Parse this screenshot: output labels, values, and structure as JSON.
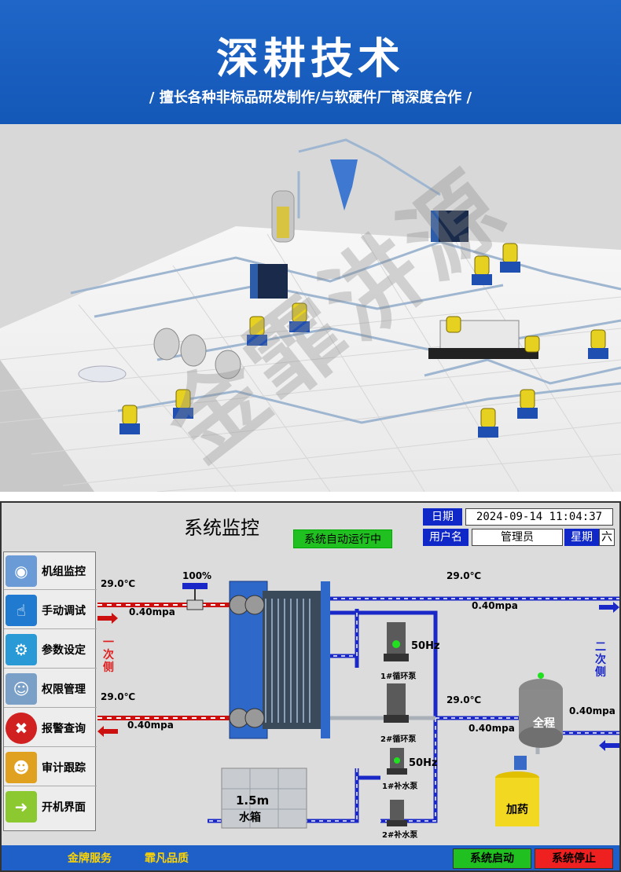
{
  "banner": {
    "title": "深耕技术",
    "subtitle": "/ 擅长各种非标品研发制作/与软硬件厂商深度合作 /"
  },
  "render": {
    "watermark": "金霏汫源"
  },
  "scada": {
    "title": "系统监控",
    "status": "系统自动运行中",
    "date_label": "日期",
    "date_value": "2024-09-14  11:04:37",
    "user_label": "用户名",
    "user_value": "管理员",
    "week_label": "星期",
    "week_value": "六",
    "menu": [
      {
        "label": "机组监控",
        "icon": "monitor-icon",
        "color": "#6a9bd6"
      },
      {
        "label": "手动调试",
        "icon": "hand-icon",
        "color": "#1f7ad0"
      },
      {
        "label": "参数设定",
        "icon": "gear-icon",
        "color": "#2a9ad6"
      },
      {
        "label": "权限管理",
        "icon": "users-icon",
        "color": "#7aa0c8"
      },
      {
        "label": "报警查询",
        "icon": "alarm-icon",
        "color": "#d02020"
      },
      {
        "label": "审计跟踪",
        "icon": "worker-icon",
        "color": "#e0a020"
      },
      {
        "label": "开机界面",
        "icon": "arrow-icon",
        "color": "#8cc830"
      }
    ],
    "primary_in_temp": "29.0℃",
    "primary_in_pressure": "0.40mpa",
    "primary_out_temp": "29.0℃",
    "primary_out_pressure": "0.40mpa",
    "valve_open": "100%",
    "secondary_out_temp": "29.0℃",
    "secondary_out_pressure": "0.40mpa",
    "secondary_ret_temp": "29.0℃",
    "secondary_ret_pressure": "0.40mpa",
    "tank_pressure": "0.40mpa",
    "primary_side": "一次侧",
    "secondary_side": "二次侧",
    "pump1_freq": "50Hz",
    "pump1_label": "1#循环泵",
    "pump2_label": "2#循环泵",
    "makeup1_freq": "50Hz",
    "makeup1_label": "1#补水泵",
    "makeup2_label": "2#补水泵",
    "water_tank_size": "1.5m",
    "water_tank_label": "水箱",
    "pressure_tank_label": "全程",
    "dosing_label": "加药",
    "footer_left1": "金牌服务",
    "footer_left2": "霏凡品质",
    "btn_start": "系统启动",
    "btn_stop": "系统停止"
  }
}
